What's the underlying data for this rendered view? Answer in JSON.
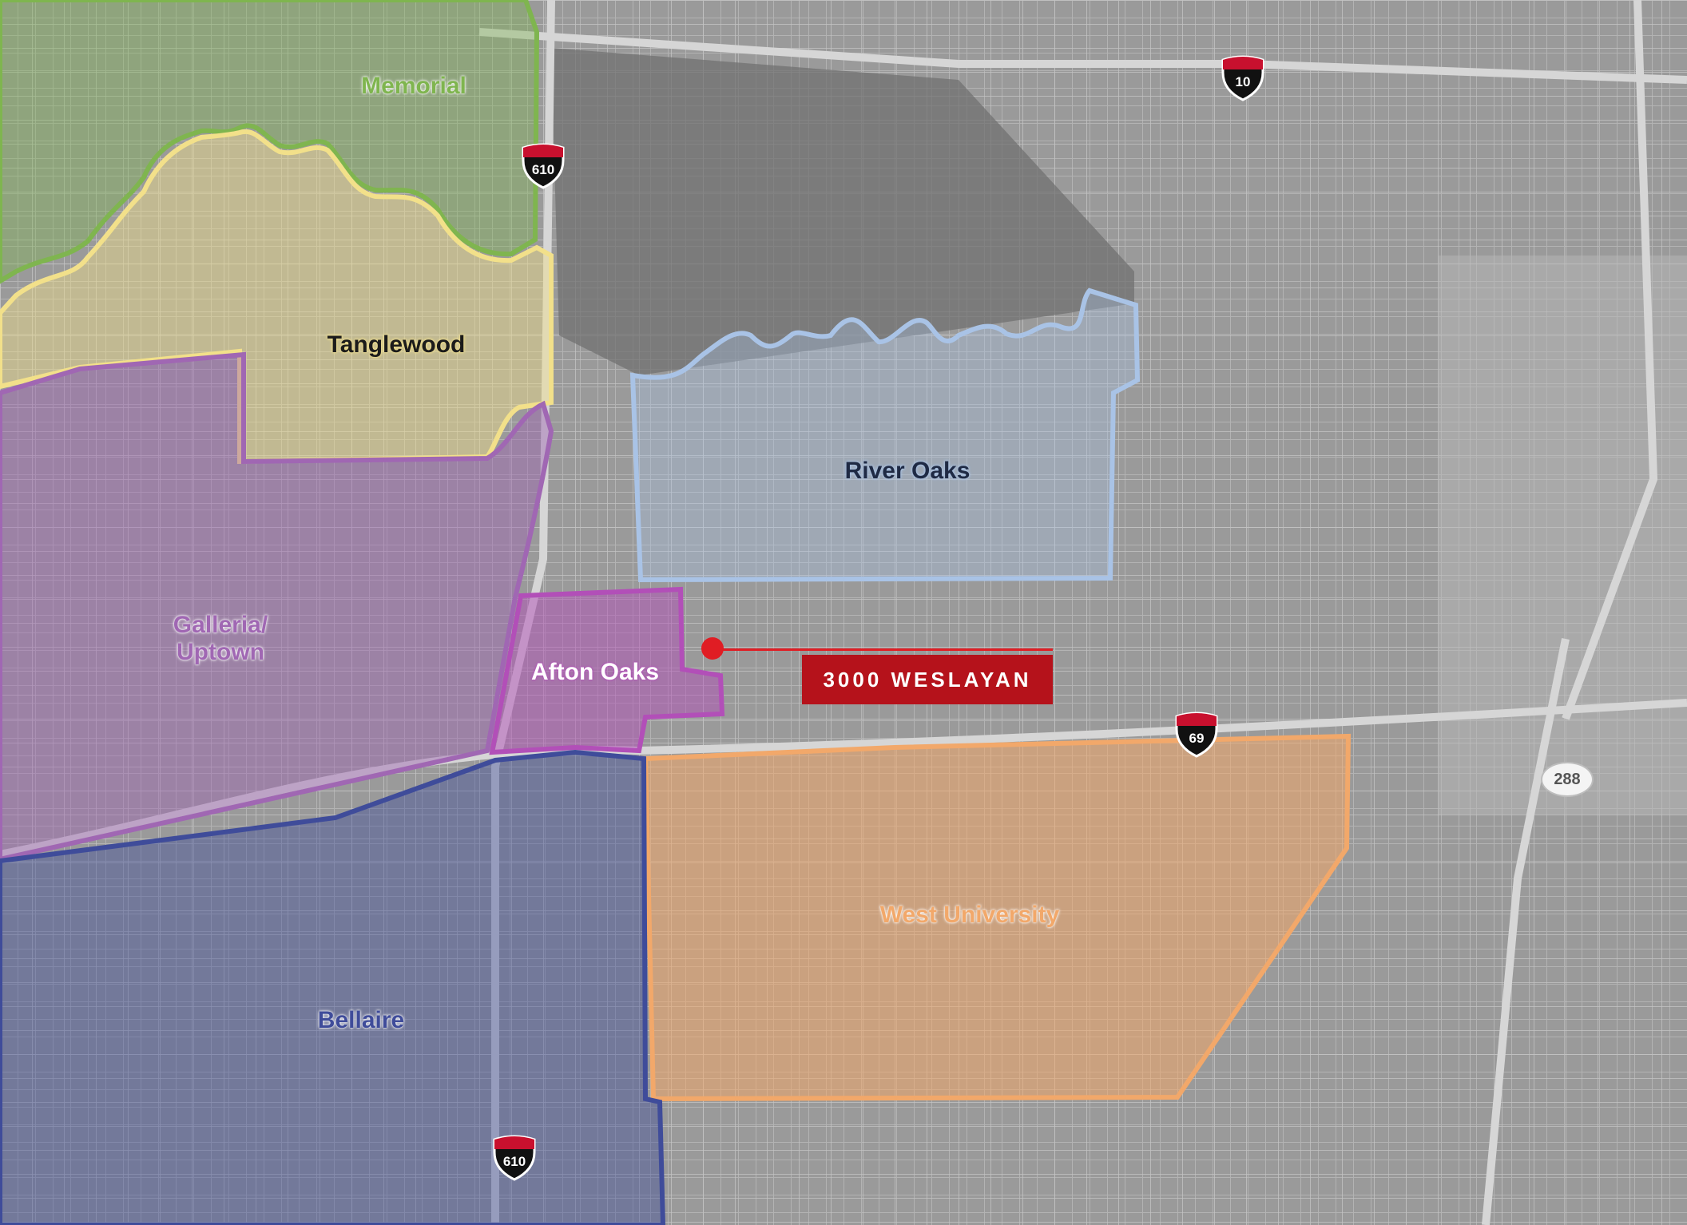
{
  "neighborhoods": {
    "memorial": {
      "label": "Memorial",
      "color": "#7fb54f"
    },
    "tanglewood": {
      "label": "Tanglewood",
      "color": "#f2e08a"
    },
    "galleria": {
      "label": "Galleria/\nUptown",
      "color": "#a067b3"
    },
    "afton_oaks": {
      "label": "Afton Oaks",
      "color": "#b24fb8"
    },
    "river_oaks": {
      "label": "River Oaks",
      "color": "#a9c3e6"
    },
    "west_university": {
      "label": "West University",
      "color": "#f2a86a"
    },
    "bellaire": {
      "label": "Bellaire",
      "color": "#3f4c9a"
    }
  },
  "highways": {
    "i610_north": "610",
    "i610_south": "610",
    "i10": "10",
    "i69": "69",
    "sh288": "288"
  },
  "marker": {
    "address": "3000 WESLAYAN",
    "color": "#e01d24"
  }
}
